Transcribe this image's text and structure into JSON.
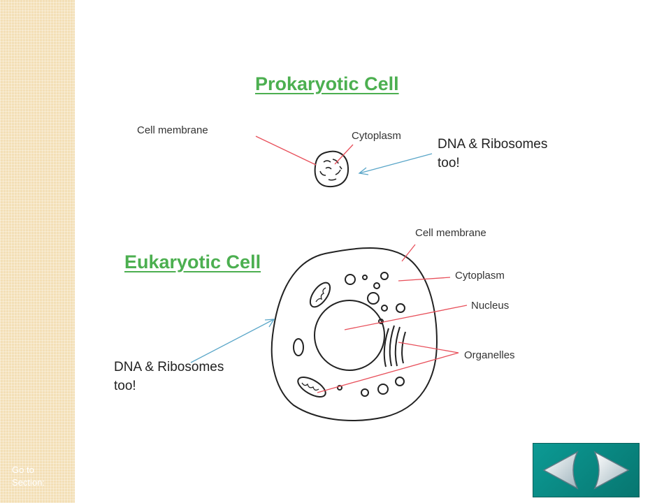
{
  "sidebar": {
    "goto_label": "Go to Section:"
  },
  "prokaryotic": {
    "title": "Prokaryotic Cell",
    "labels": {
      "cell_membrane": "Cell membrane",
      "cytoplasm": "Cytoplasm",
      "dna_ribosomes": "DNA & Ribosomes too!"
    }
  },
  "eukaryotic": {
    "title": "Eukaryotic Cell",
    "labels": {
      "cell_membrane": "Cell membrane",
      "cytoplasm": "Cytoplasm",
      "nucleus": "Nucleus",
      "organelles": "Organelles",
      "dna_ribosomes": "DNA & Ribosomes too!"
    }
  },
  "colors": {
    "title": "#4caf50",
    "leader_red": "#e8505b",
    "arrow_blue": "#5aa6c8",
    "nav_bg": "#0c9a94"
  },
  "nav": {
    "back_icon": "back-arrow-icon",
    "forward_icon": "forward-arrow-icon"
  }
}
